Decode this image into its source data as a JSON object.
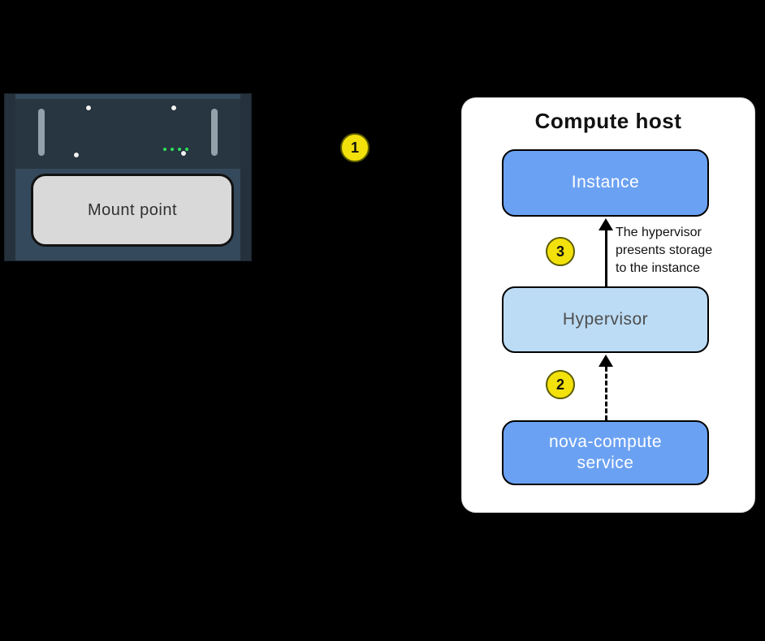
{
  "storage": {
    "mount_point_label": "Mount point"
  },
  "badges": {
    "one": "1",
    "two": "2",
    "three": "3"
  },
  "compute_host": {
    "title": "Compute host",
    "instance_label": "Instance",
    "hypervisor_label": "Hypervisor",
    "nova_label": "nova-compute\nservice",
    "annotation": "The hypervisor\npresents storage\nto the instance"
  },
  "colors": {
    "background": "#000000",
    "panel": "#ffffff",
    "node_blue": "#6ba1f2",
    "node_light_blue": "#bcdcf5",
    "badge_yellow": "#f3e10c",
    "server_body": "#35495c",
    "mount_point_gray": "#d9d9d9",
    "led_green": "#2ee05a"
  }
}
